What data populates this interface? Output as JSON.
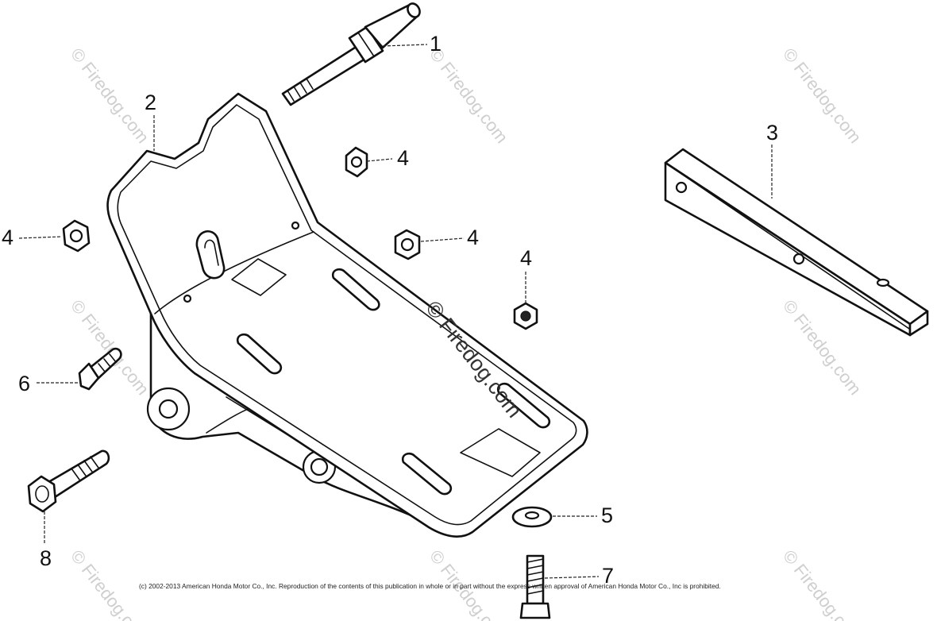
{
  "watermark": "© Firedog.com",
  "copyright": "(c) 2002-2013 American Honda Motor Co., Inc. Reproduction of the contents of this publication in whole or in part without the express written approval of American Honda Motor Co., Inc is prohibited.",
  "callouts": {
    "c1": "1",
    "c2": "2",
    "c3": "3",
    "c4a": "4",
    "c4b": "4",
    "c4c": "4",
    "c4d": "4",
    "c5": "5",
    "c6": "6",
    "c7": "7",
    "c8": "8"
  }
}
